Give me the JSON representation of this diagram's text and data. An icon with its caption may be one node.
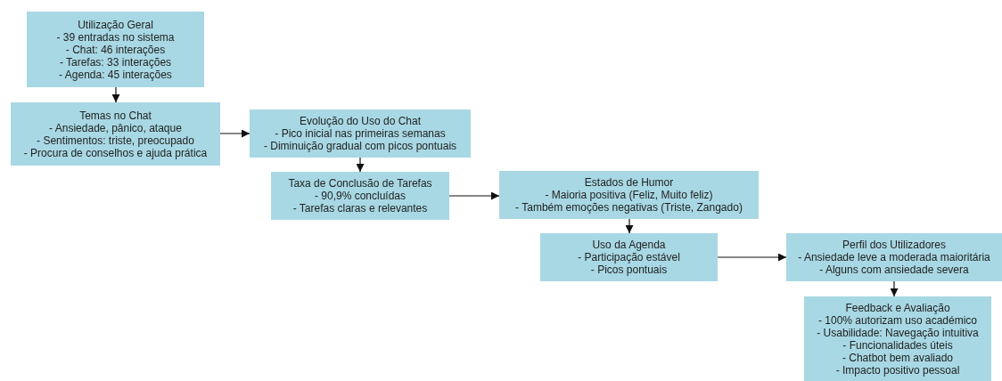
{
  "diagram": {
    "nodes": [
      {
        "text": [
          "Utilização Geral",
          "- 39 entradas no sistema",
          "- Chat: 46 interações",
          "- Tarefas: 33 interações",
          "- Agenda: 45 interações"
        ]
      },
      {
        "text": [
          "Temas no Chat",
          "- Ansiedade, pânico, ataque",
          "- Sentimentos: triste, preocupado",
          "- Procura de conselhos e ajuda prática"
        ]
      },
      {
        "text": [
          "Evolução do Uso do Chat",
          "- Pico inicial nas primeiras semanas",
          "- Diminuição gradual com picos pontuais"
        ]
      },
      {
        "text": [
          "Taxa de Conclusão de Tarefas",
          "- 90,9% concluídas",
          "- Tarefas claras e relevantes"
        ]
      },
      {
        "text": [
          "Estados de Humor",
          "- Maioria positiva (Feliz, Muito feliz)",
          "- Também emoções negativas (Triste, Zangado)"
        ]
      },
      {
        "text": [
          "Uso da Agenda",
          "- Participação estável",
          "- Picos pontuais"
        ]
      },
      {
        "text": [
          "Perfil dos Utilizadores",
          "- Ansiedade leve a moderada maioritária",
          "- Alguns com ansiedade severa"
        ]
      },
      {
        "text": [
          "Feedback e Avaliação",
          "- 100% autorizam uso académico",
          "- Usabilidade: Navegação intuitiva",
          "- Funcionalidades úteis",
          "- Chatbot bem avaliado",
          "- Impacto positivo pessoal"
        ]
      }
    ],
    "edges": [
      {
        "from": 0,
        "to": 1,
        "arrow": "to"
      },
      {
        "from": 1,
        "to": 2,
        "arrow": "to"
      },
      {
        "from": 2,
        "to": 3,
        "arrow": "to"
      },
      {
        "from": 3,
        "to": 4,
        "arrow": "to"
      },
      {
        "from": 4,
        "to": 5,
        "arrow": "to"
      },
      {
        "from": 5,
        "to": 6,
        "arrow": "to"
      },
      {
        "from": 6,
        "to": 7,
        "arrow": "to"
      }
    ]
  }
}
